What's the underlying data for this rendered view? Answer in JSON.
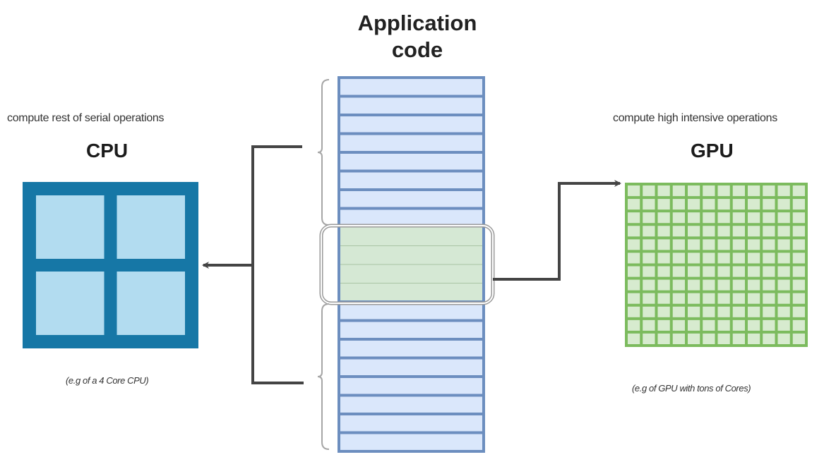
{
  "title": "Application code",
  "cpu": {
    "description": "compute rest of serial operations",
    "label": "CPU",
    "note": "(e.g of a 4 Core CPU)",
    "cores": 4,
    "frame_color": "#1677a6",
    "core_color": "#b2dcf0"
  },
  "gpu": {
    "description": "compute high intensive operations",
    "label": "GPU",
    "note": "(e.g of GPU with tons of Cores)",
    "grid_rows": 12,
    "grid_cols": 12,
    "line_color": "#7cbb5e",
    "cell_color": "#d7ebcf"
  },
  "application_code": {
    "segments": [
      {
        "name": "serial-top",
        "rows": 8,
        "fill": "#dae7fb",
        "target": "cpu"
      },
      {
        "name": "parallel",
        "rows": 4,
        "fill": "#d5e8d4",
        "target": "gpu"
      },
      {
        "name": "serial-bottom",
        "rows": 8,
        "fill": "#dae7fb",
        "target": "cpu"
      }
    ],
    "stroke_color": "#6c8ebf"
  },
  "connector_color": "#444444",
  "bracket_color": "#a6a6a6"
}
